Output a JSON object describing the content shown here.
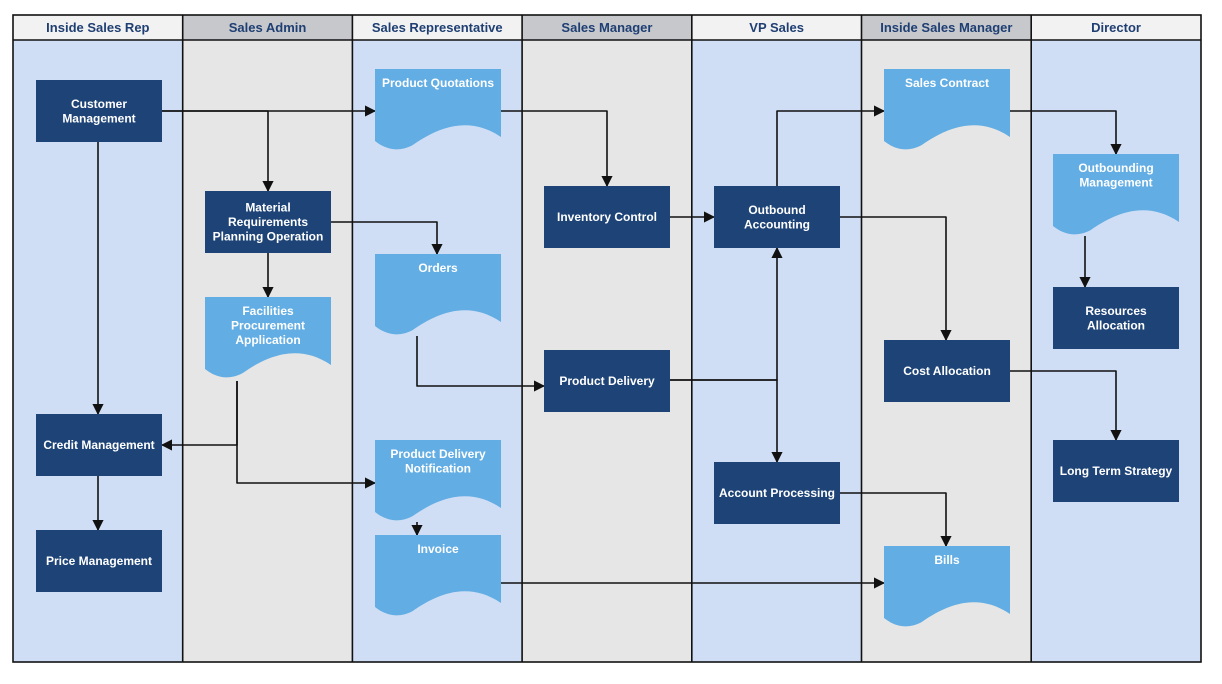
{
  "colors": {
    "lane_blue": "#cfdef5",
    "lane_gray": "#e6e6e6",
    "header_white": "#f2f2f2",
    "header_gray": "#c6c8cc",
    "process_box": "#1e4477",
    "document_shape": "#62ade3",
    "border": "#111111",
    "header_text": "#1f3f73"
  },
  "lanes": [
    {
      "id": "inside-sales-rep",
      "title": "Inside Sales Rep",
      "fill": "blue",
      "header": "white"
    },
    {
      "id": "sales-admin",
      "title": "Sales Admin",
      "fill": "gray",
      "header": "gray"
    },
    {
      "id": "sales-representative",
      "title": "Sales Representative",
      "fill": "blue",
      "header": "white"
    },
    {
      "id": "sales-manager",
      "title": "Sales Manager",
      "fill": "gray",
      "header": "gray"
    },
    {
      "id": "vp-sales",
      "title": "VP Sales",
      "fill": "blue",
      "header": "white"
    },
    {
      "id": "inside-sales-manager",
      "title": "Inside Sales Manager",
      "fill": "gray",
      "header": "gray"
    },
    {
      "id": "director",
      "title": "Director",
      "fill": "blue",
      "header": "white"
    }
  ],
  "nodes": [
    {
      "id": "customer-management",
      "type": "process",
      "lines": [
        "Customer",
        "Management"
      ]
    },
    {
      "id": "credit-management",
      "type": "process",
      "lines": [
        "Credit Management"
      ]
    },
    {
      "id": "price-management",
      "type": "process",
      "lines": [
        "Price Management"
      ]
    },
    {
      "id": "material-requirements",
      "type": "process",
      "lines": [
        "Material",
        "Requirements",
        "Planning Operation"
      ]
    },
    {
      "id": "facilities-procurement",
      "type": "document",
      "lines": [
        "Facilities",
        "Procurement",
        "Application"
      ]
    },
    {
      "id": "product-quotations",
      "type": "document",
      "lines": [
        "Product Quotations"
      ]
    },
    {
      "id": "orders",
      "type": "document",
      "lines": [
        "Orders"
      ]
    },
    {
      "id": "product-delivery-notification",
      "type": "document",
      "lines": [
        "Product Delivery",
        "Notification"
      ]
    },
    {
      "id": "invoice",
      "type": "document",
      "lines": [
        "Invoice"
      ]
    },
    {
      "id": "inventory-control",
      "type": "process",
      "lines": [
        "Inventory Control"
      ]
    },
    {
      "id": "product-delivery",
      "type": "process",
      "lines": [
        "Product Delivery"
      ]
    },
    {
      "id": "outbound-accounting",
      "type": "process",
      "lines": [
        "Outbound",
        "Accounting"
      ]
    },
    {
      "id": "account-processing",
      "type": "process",
      "lines": [
        "Account Processing"
      ]
    },
    {
      "id": "sales-contract",
      "type": "document",
      "lines": [
        "Sales Contract"
      ]
    },
    {
      "id": "cost-allocation",
      "type": "process",
      "lines": [
        "Cost Allocation"
      ]
    },
    {
      "id": "bills",
      "type": "document",
      "lines": [
        "Bills"
      ]
    },
    {
      "id": "outbounding-management",
      "type": "document",
      "lines": [
        "Outbounding",
        "Management"
      ]
    },
    {
      "id": "resources-allocation",
      "type": "process",
      "lines": [
        "Resources",
        "Allocation"
      ]
    },
    {
      "id": "long-term-strategy",
      "type": "process",
      "lines": [
        "Long Term Strategy"
      ]
    }
  ],
  "connectors": [
    {
      "from": "customer-management",
      "to": "product-quotations"
    },
    {
      "from": "customer-management",
      "to": "material-requirements"
    },
    {
      "from": "customer-management",
      "to": "credit-management"
    },
    {
      "from": "credit-management",
      "to": "price-management"
    },
    {
      "from": "material-requirements",
      "to": "facilities-procurement"
    },
    {
      "from": "material-requirements",
      "to": "orders"
    },
    {
      "from": "facilities-procurement",
      "to": "credit-management"
    },
    {
      "from": "facilities-procurement",
      "to": "product-delivery-notification"
    },
    {
      "from": "product-quotations",
      "to": "inventory-control"
    },
    {
      "from": "orders",
      "to": "product-delivery"
    },
    {
      "from": "product-delivery-notification",
      "to": "invoice"
    },
    {
      "from": "invoice",
      "to": "bills"
    },
    {
      "from": "inventory-control",
      "to": "outbound-accounting"
    },
    {
      "from": "product-delivery",
      "to": "outbound-accounting"
    },
    {
      "from": "product-delivery",
      "to": "account-processing"
    },
    {
      "from": "outbound-accounting",
      "to": "sales-contract"
    },
    {
      "from": "outbound-accounting",
      "to": "cost-allocation"
    },
    {
      "from": "account-processing",
      "to": "bills"
    },
    {
      "from": "sales-contract",
      "to": "outbounding-management"
    },
    {
      "from": "outbounding-management",
      "to": "resources-allocation"
    },
    {
      "from": "cost-allocation",
      "to": "long-term-strategy"
    }
  ]
}
